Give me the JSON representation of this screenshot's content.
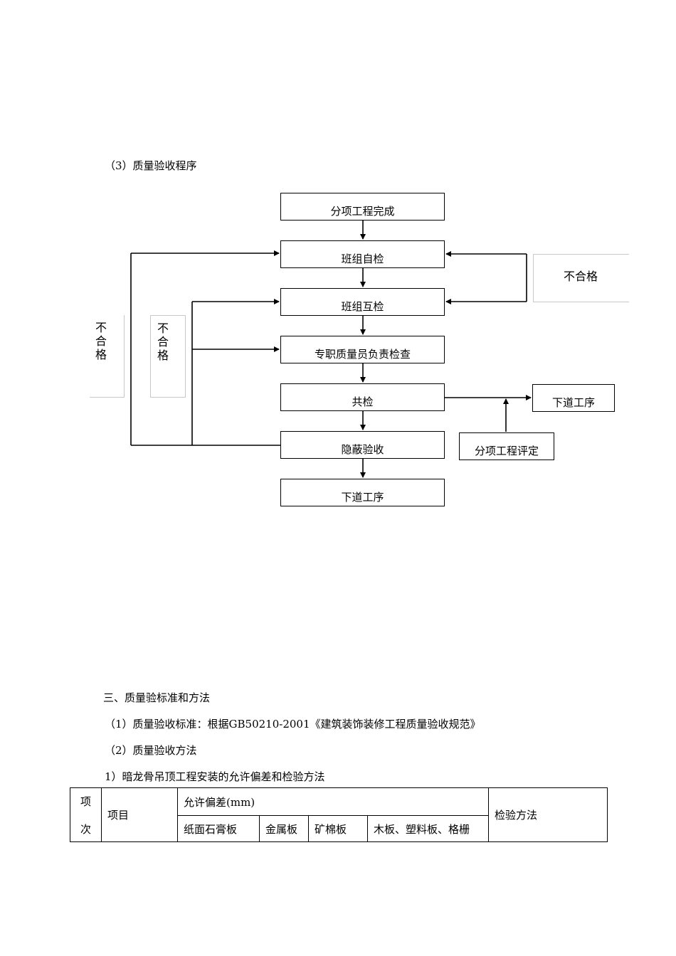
{
  "heading_procedure": "（3）质量验收程序",
  "flow": {
    "boxes": [
      "分项工程完成",
      "班组自检",
      "班组互检",
      "专职质量员负责检查",
      "共检",
      "隐蔽验收",
      "下道工序"
    ],
    "right_next_step": "下道工序",
    "evaluation": "分项工程评定",
    "fail_right": "不合格",
    "fail_left_outer": "不合格",
    "fail_left_inner": "不合格"
  },
  "section3": {
    "title": "三、质量验标准和方法",
    "standard": "（1）质量验收标准：根据GB50210-2001《建筑装饰装修工程质量验收规范》",
    "method": "（2）质量验收方法",
    "item1": "1）暗龙骨吊顶工程安装的允许偏差和检验方法"
  },
  "table": {
    "col_index_line1": "项",
    "col_index_line2": "次",
    "col_item": "项目",
    "col_tolerance": "允许偏差(mm)",
    "sub_cols": [
      "纸面石膏板",
      "金属板",
      "矿棉板",
      "木板、塑料板、格栅"
    ],
    "col_method": "检验方法"
  }
}
